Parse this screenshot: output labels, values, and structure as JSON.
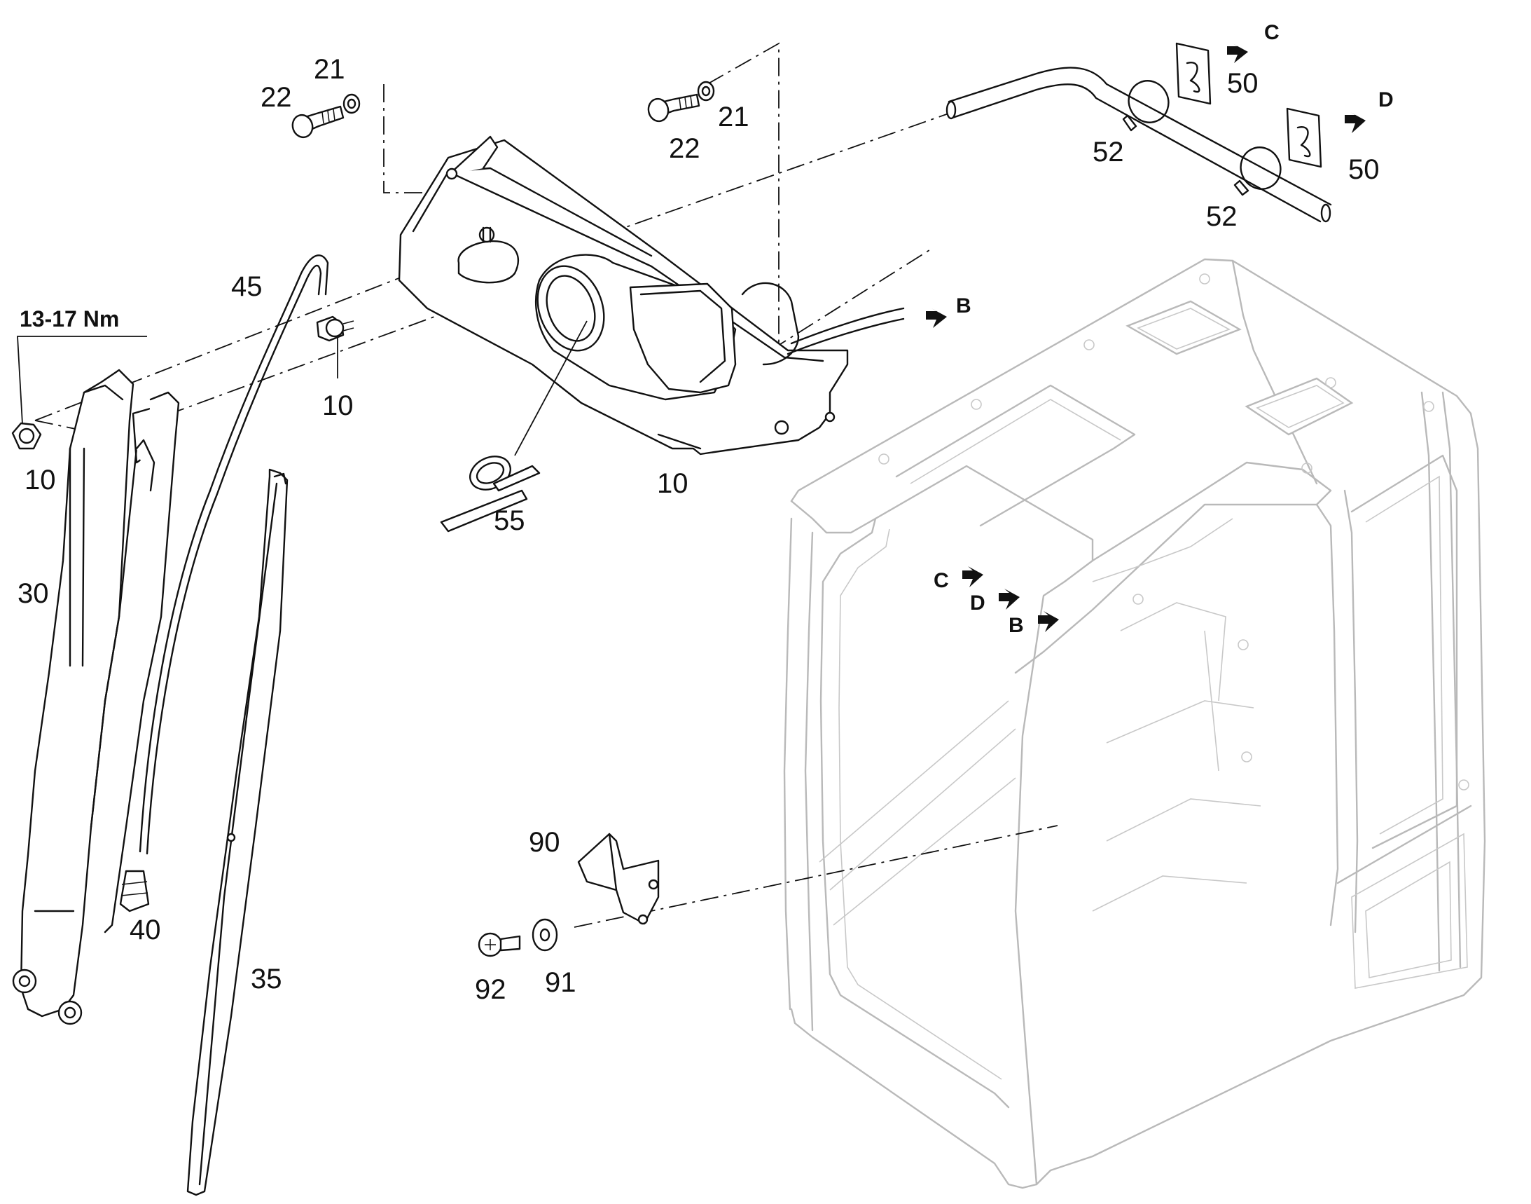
{
  "torque_spec": "13-17 Nm",
  "callouts": [
    {
      "id": "label-21-left",
      "text": "21"
    },
    {
      "id": "label-22-left",
      "text": "22"
    },
    {
      "id": "label-22-right",
      "text": "22"
    },
    {
      "id": "label-21-right",
      "text": "21"
    },
    {
      "id": "label-45",
      "text": "45"
    },
    {
      "id": "label-10-plug",
      "text": "10"
    },
    {
      "id": "label-10-nut",
      "text": "10"
    },
    {
      "id": "label-10-motor",
      "text": "10"
    },
    {
      "id": "label-55",
      "text": "55"
    },
    {
      "id": "label-30",
      "text": "30"
    },
    {
      "id": "label-40",
      "text": "40"
    },
    {
      "id": "label-35",
      "text": "35"
    },
    {
      "id": "label-90",
      "text": "90"
    },
    {
      "id": "label-92",
      "text": "92"
    },
    {
      "id": "label-91",
      "text": "91"
    },
    {
      "id": "label-50-top",
      "text": "50"
    },
    {
      "id": "label-50-bottom",
      "text": "50"
    },
    {
      "id": "label-52-top",
      "text": "52"
    },
    {
      "id": "label-52-bottom",
      "text": "52"
    }
  ],
  "references": [
    {
      "id": "ref-c-top",
      "text": "C"
    },
    {
      "id": "ref-d-top",
      "text": "D"
    },
    {
      "id": "ref-b-top",
      "text": "B"
    },
    {
      "id": "ref-c-cab",
      "text": "C"
    },
    {
      "id": "ref-d-cab",
      "text": "D"
    },
    {
      "id": "ref-b-cab",
      "text": "B"
    }
  ]
}
